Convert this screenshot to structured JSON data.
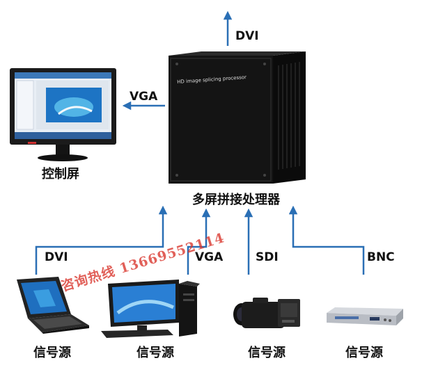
{
  "diagram": {
    "processor": {
      "name": "多屏拼接处理器",
      "panel_text": "HD image splicing processor"
    },
    "control_screen": {
      "label": "控制屏",
      "link_label": "VGA"
    },
    "output": {
      "link_label": "DVI"
    },
    "sources": [
      {
        "label": "信号源",
        "link_label": "DVI",
        "device": "laptop-icon"
      },
      {
        "label": "信号源",
        "link_label": "VGA",
        "device": "desktop-computer-icon"
      },
      {
        "label": "信号源",
        "link_label": "SDI",
        "device": "camcorder-icon"
      },
      {
        "label": "信号源",
        "link_label": "BNC",
        "device": "dvd-player-icon"
      }
    ],
    "watermark": "咨询热线 13669552114",
    "colors": {
      "arrow": "#2a6fb5",
      "device_body": "#1a1a1a",
      "background": "#ffffff"
    }
  }
}
